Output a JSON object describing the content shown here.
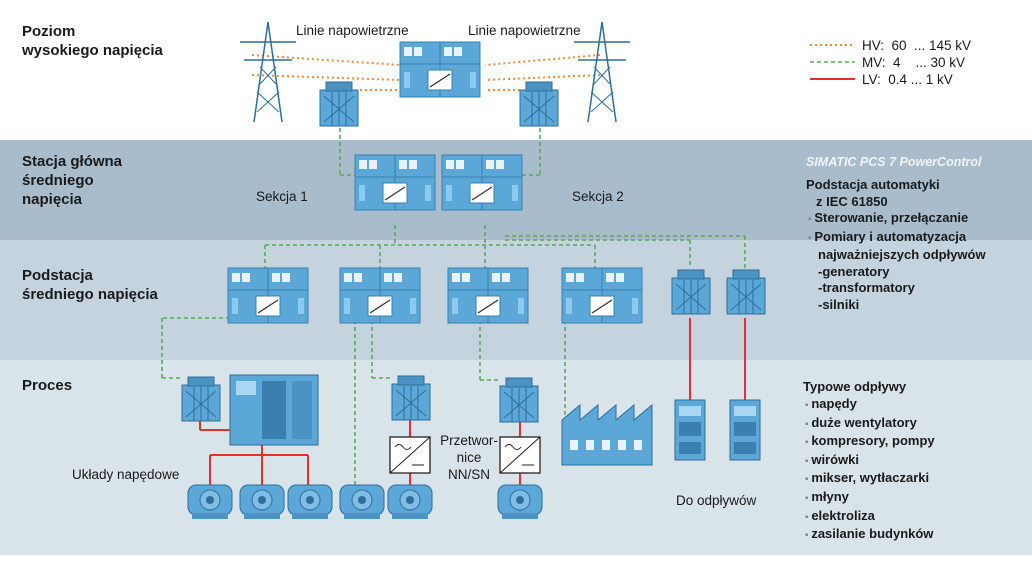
{
  "levels": {
    "hv_title": "Poziom\nwysokiego napięcia",
    "main_station_title": "Stacja główna\nśredniego\nnapięcia",
    "mv_substation_title": "Podstacja\nśredniego napięcia",
    "process_title": "Proces"
  },
  "labels": {
    "overhead_lines_left": "Linie napowietrzne",
    "overhead_lines_right": "Linie napowietrzne",
    "section1": "Sekcja 1",
    "section2": "Sekcja 2",
    "drives": "Układy napędowe",
    "converters": "Przetwor-\nnice\nNN/SN",
    "to_feeders": "Do odpływów"
  },
  "legend": [
    {
      "label": "HV:  60  ... 145 kV",
      "color": "#f08a3c",
      "style": "dotted"
    },
    {
      "label": "MV:  4    ... 30 kV",
      "color": "#5aaa5a",
      "style": "dashed"
    },
    {
      "label": "LV:  0.4 ... 1 kV",
      "color": "#e03030",
      "style": "solid"
    }
  ],
  "pcs": {
    "brand": "SIMATIC PCS 7 PowerControl",
    "heading_line1": "Podstacja automatyki",
    "heading_line2": "z IEC 61850",
    "items": [
      "Sterowanie, przełączanie",
      "Pomiary i automatyzacja",
      "najważniejszych odpływów",
      "-generatory",
      "-transformatory",
      "-silniki"
    ]
  },
  "typical_feeders": {
    "heading": "Typowe odpływy",
    "items": [
      "napędy",
      "duże wentylatory",
      "kompresory, pompy",
      "wirówki",
      "mikser, wytłaczarki",
      "młyny",
      "elektroliza",
      "zasilanie budynków"
    ]
  },
  "colors": {
    "band_hv": "#ffffff",
    "band_main": "#a9bccb",
    "band_sub": "#c5d3de",
    "band_proc": "#d9e3ea",
    "equipment": "#5ba8d8",
    "hv_line": "#f08a3c",
    "mv_line": "#5aaa5a",
    "lv_line": "#e03030"
  }
}
